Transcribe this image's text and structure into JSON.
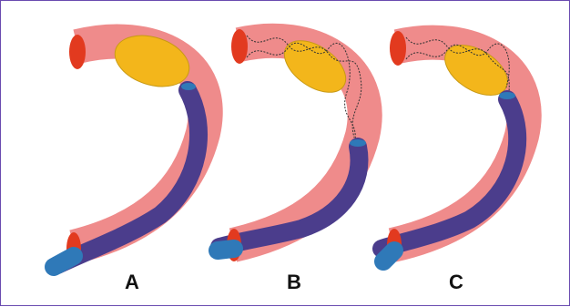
{
  "panels": [
    {
      "label": "A"
    },
    {
      "label": "B"
    },
    {
      "label": "C"
    }
  ],
  "colors": {
    "vessel": "#ef8b8b",
    "vessel_outline": "#d87373",
    "vessel_opening": "#e23a1f",
    "plaque": "#f3b61b",
    "catheter": "#4b3d8c",
    "catheter_tip": "#2f79b8",
    "stent_mesh": "#333333",
    "frame_border": "#6a4bb0"
  }
}
